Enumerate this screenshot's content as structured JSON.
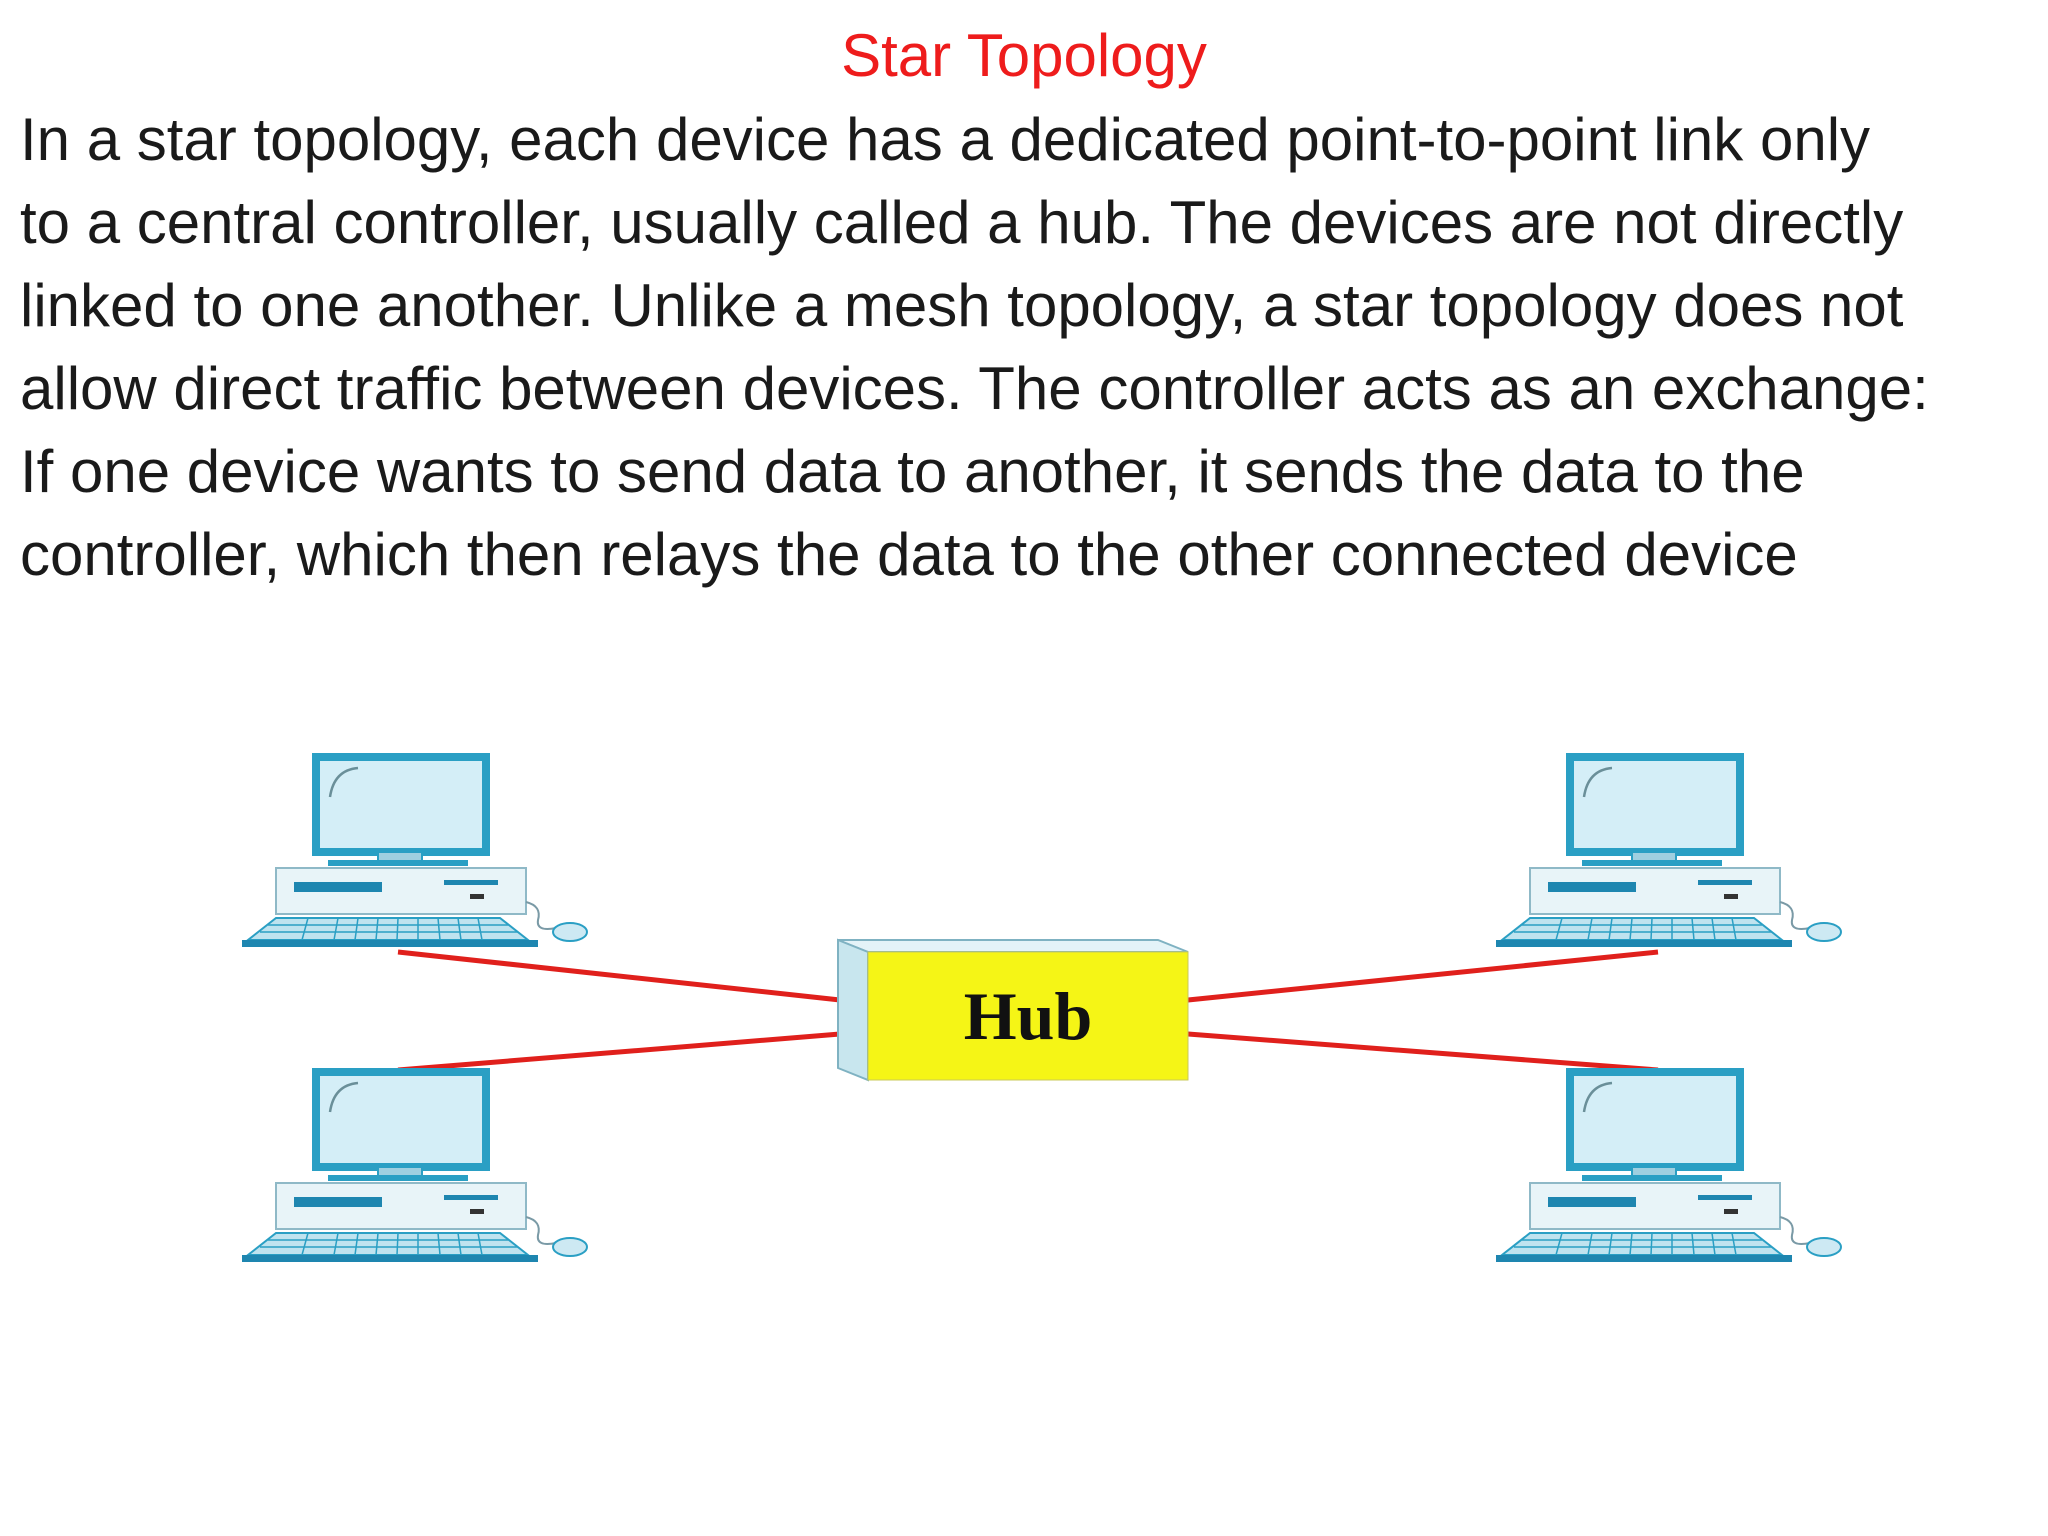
{
  "title": "Star Topology",
  "body_lines": [
    "In a star topology, each device has a dedicated point-to-point link only",
    "to a central controller, usually called a hub. The devices are not directly",
    "linked to one another. Unlike a mesh topology, a star topology does not",
    "allow direct traffic between devices. The controller acts as an exchange:",
    "If one device wants to send data to another, it sends the data to the",
    "controller, which then relays the data to the other connected device"
  ],
  "diagram": {
    "hub_label": "Hub",
    "colors": {
      "link": "#e0201c",
      "hub_face": "#f5f516",
      "hub_side": "#c8e6ee",
      "device": "#2a9fc4",
      "device_fill": "#d4eef7",
      "case_fill": "#e8f4f8"
    },
    "devices": [
      "computer-top-left",
      "computer-bottom-left",
      "computer-top-right",
      "computer-bottom-right"
    ]
  }
}
